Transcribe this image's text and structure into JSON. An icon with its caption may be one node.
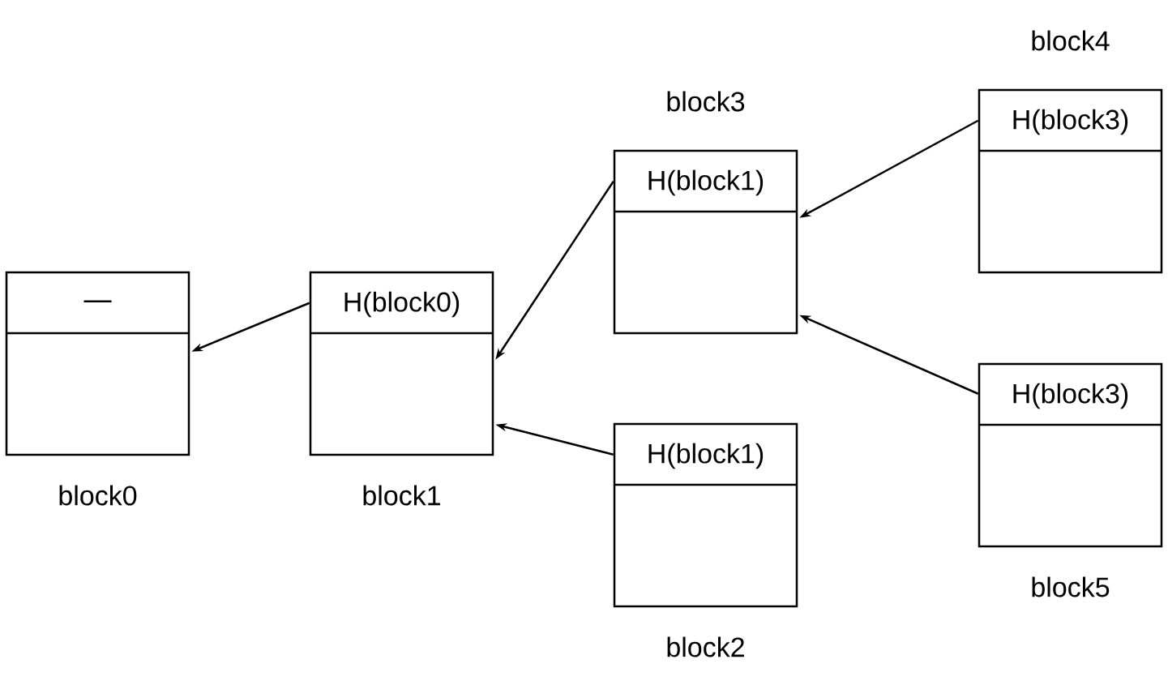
{
  "diagram": {
    "nodes": [
      {
        "text": [
          "—"
        ],
        "beside": [
          "block0"
        ]
      },
      {
        "text": [
          "H(block0)"
        ],
        "beside": [
          "block1"
        ]
      },
      {
        "text": [
          "H(block1)"
        ],
        "beside": [
          "block2"
        ]
      },
      {
        "text": [
          "H(block1)"
        ],
        "beside": [
          "block3"
        ]
      },
      {
        "text": [
          "H(block3)"
        ],
        "beside": [
          "block4"
        ]
      },
      {
        "text": [
          "H(block3)"
        ],
        "beside": [
          "block5"
        ]
      }
    ],
    "edges": [
      {
        "from": 1,
        "to": 0,
        "arrow": "to"
      },
      {
        "from": 3,
        "to": 1,
        "arrow": "to"
      },
      {
        "from": 2,
        "to": 1,
        "arrow": "to"
      },
      {
        "from": 4,
        "to": 3,
        "arrow": "to"
      },
      {
        "from": 5,
        "to": 3,
        "arrow": "to"
      }
    ]
  }
}
